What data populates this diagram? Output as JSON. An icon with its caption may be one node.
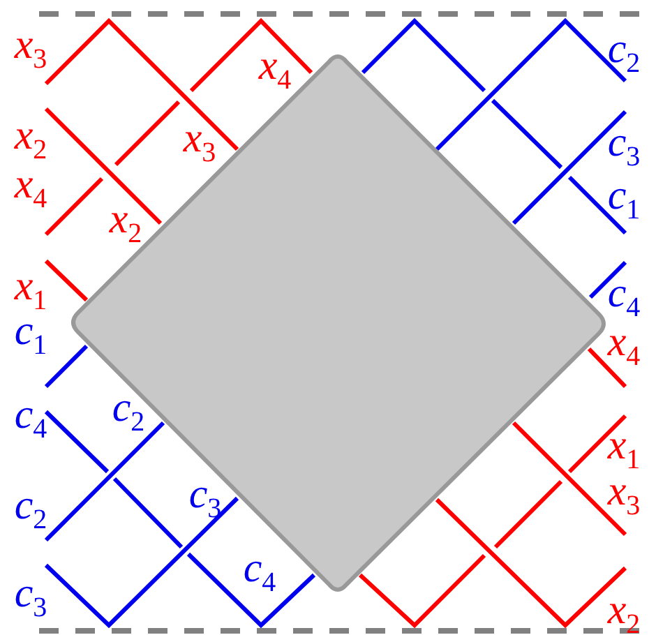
{
  "diagram": {
    "labels": [
      "x$_{3}$",
      "x$_{4}$",
      "c$_{2}$",
      "x$_{2}$",
      "x$_{3}$",
      "c$_{3}$",
      "x$_{4}$",
      "x$_{2}$",
      "c$_{1}$",
      "x$_{1}$",
      "c$_{4}$",
      "c$_{1}$",
      "x$_{4}$",
      "c$_{4}$",
      "c$_{2}$",
      "x$_{1}$",
      "c$_{2}$",
      "c$_{3}$",
      "x$_{3}$",
      "c$_{3}$",
      "c$_{4}$",
      "x$_{2}$"
    ]
  }
}
